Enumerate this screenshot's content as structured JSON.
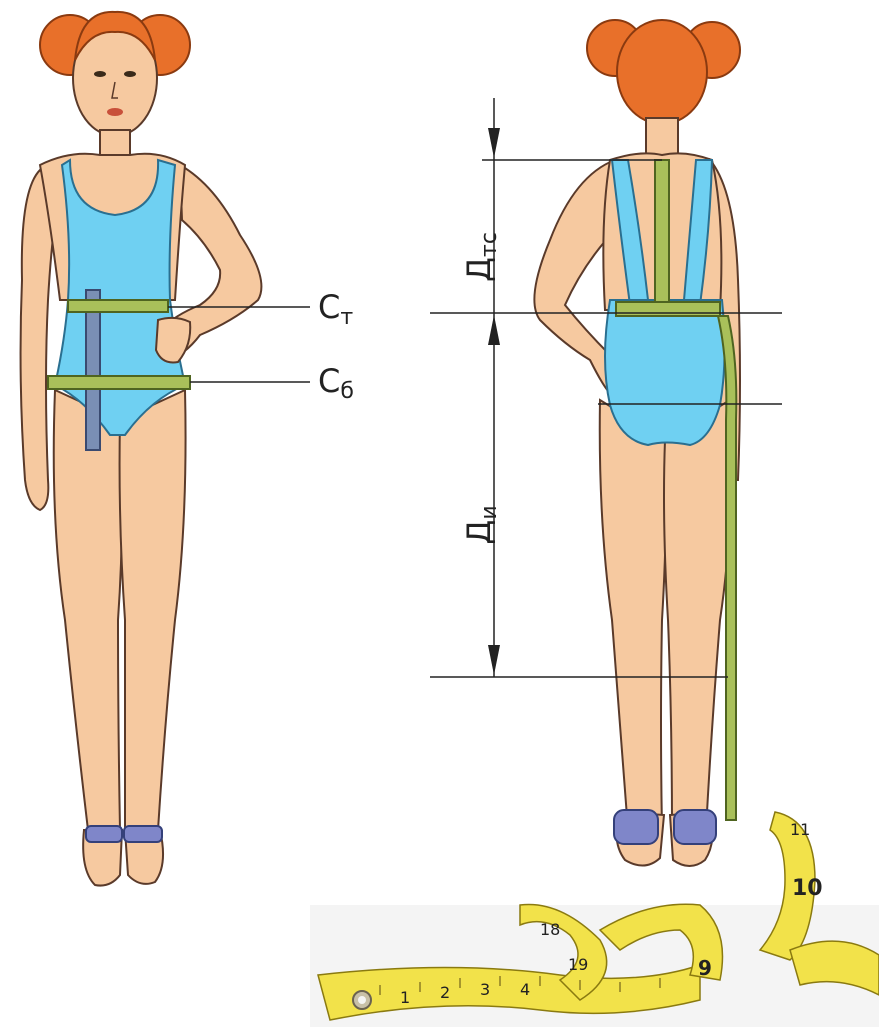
{
  "labels": {
    "waist_circumference": "С",
    "waist_circumference_sub": "т",
    "hip_circumference": "С",
    "hip_circumference_sub": "б",
    "back_waist_length": "Д",
    "back_waist_length_sub": "тс",
    "product_length": "Д",
    "product_length_sub": "и"
  },
  "colors": {
    "hair": "#e8702a",
    "skin": "#f6c9a0",
    "skin_outline": "#5a3a2a",
    "swimsuit": "#6fd0f2",
    "swimsuit_outline": "#2a6f90",
    "tape": "#a9c05a",
    "tape_outline": "#4f6420",
    "vertical_tape_front": "#7a8fb5",
    "sandal": "#7f86c9",
    "measure_tape": "#f2e24a",
    "line": "#222222"
  },
  "measure_tape": {
    "numbers": [
      "1",
      "2",
      "3",
      "4",
      "18",
      "19",
      "9",
      "10",
      "11"
    ]
  }
}
